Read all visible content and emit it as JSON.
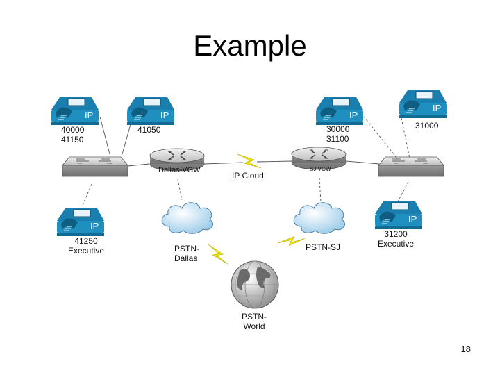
{
  "title": "Example",
  "page_number": "18",
  "phones": [
    {
      "id": "phone-40000",
      "icon": "ip-phone-icon",
      "badge": "IP",
      "numbers": [
        "40000",
        "41150"
      ]
    },
    {
      "id": "phone-41050",
      "icon": "ip-phone-icon",
      "badge": "IP",
      "numbers": [
        "41050"
      ]
    },
    {
      "id": "phone-30000",
      "icon": "ip-phone-icon",
      "badge": "IP",
      "numbers": [
        "30000",
        "31100"
      ]
    },
    {
      "id": "phone-31000",
      "icon": "ip-phone-icon",
      "badge": "IP",
      "numbers": [
        "31000"
      ]
    },
    {
      "id": "phone-41250",
      "icon": "ip-phone-icon",
      "badge": "IP",
      "numbers": [
        "41250",
        "Executive"
      ]
    },
    {
      "id": "phone-31200",
      "icon": "ip-phone-icon",
      "badge": "IP",
      "numbers": [
        "31200",
        "Executive"
      ]
    }
  ],
  "routers": [
    {
      "id": "dallas-vgw",
      "icon": "router-icon",
      "label": "Dallas-VGW"
    },
    {
      "id": "sj-vgw",
      "icon": "router-icon",
      "label": "SJ VGW"
    }
  ],
  "switches": [
    {
      "id": "switch-dallas",
      "icon": "switch-icon"
    },
    {
      "id": "switch-sj",
      "icon": "switch-icon"
    }
  ],
  "clouds": [
    {
      "id": "pstn-dallas",
      "icon": "cloud-icon",
      "label": [
        "PSTN-",
        "Dallas"
      ]
    },
    {
      "id": "pstn-sj",
      "icon": "cloud-icon",
      "label": [
        "PSTN-SJ"
      ]
    }
  ],
  "ip_cloud_label": "IP Cloud",
  "globe": {
    "icon": "globe-icon",
    "label": [
      "PSTN-",
      "World"
    ]
  },
  "colors": {
    "phone": "#1f8fbf",
    "device": "#b8b8b8",
    "lightning": "#f2e600",
    "cloud": "#a9d3ee"
  }
}
